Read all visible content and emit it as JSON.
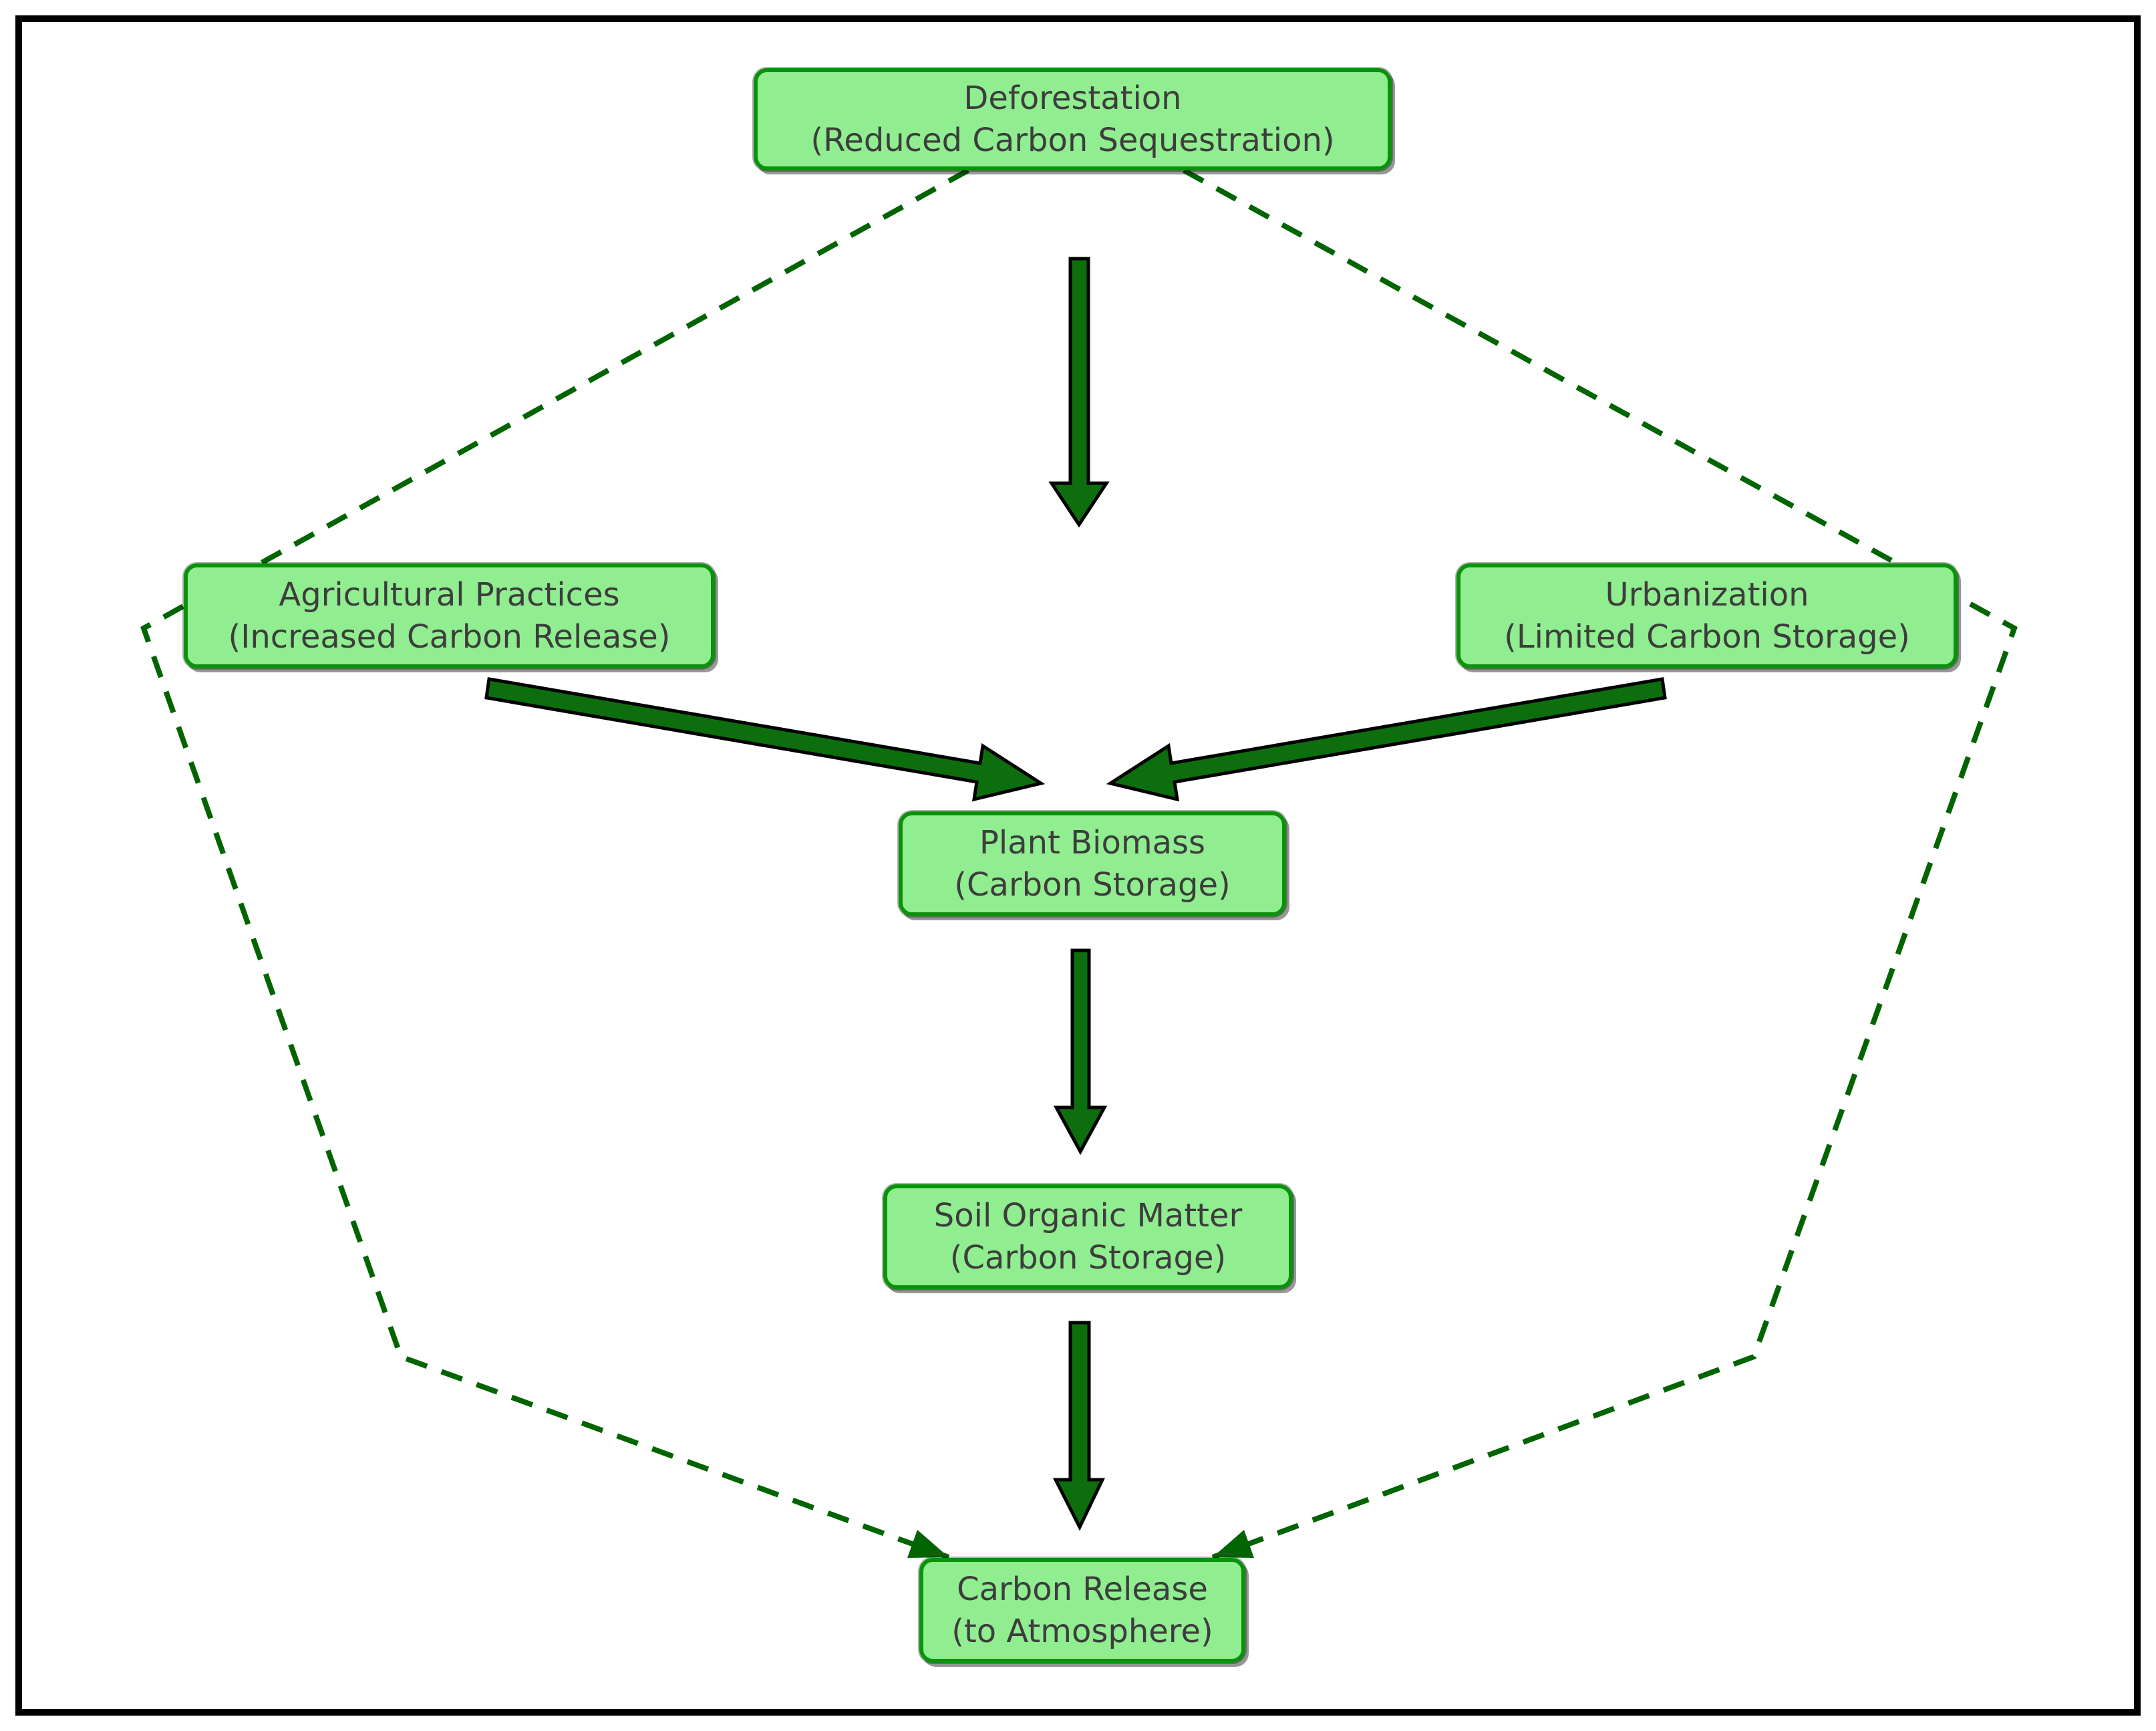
{
  "nodes": {
    "deforestation": {
      "line1": "Deforestation",
      "line2": "(Reduced Carbon Sequestration)"
    },
    "agricultural_practices": {
      "line1": "Agricultural Practices",
      "line2": "(Increased Carbon Release)"
    },
    "urbanization": {
      "line1": "Urbanization",
      "line2": "(Limited Carbon Storage)"
    },
    "plant_biomass": {
      "line1": "Plant Biomass",
      "line2": "(Carbon Storage)"
    },
    "soil_organic_matter": {
      "line1": "Soil Organic Matter",
      "line2": "(Carbon Storage)"
    },
    "carbon_release": {
      "line1": "Carbon Release",
      "line2": "(to Atmosphere)"
    }
  },
  "edges": {
    "solid_arrows": [
      {
        "from": "deforestation",
        "to": "plant_biomass"
      },
      {
        "from": "agricultural_practices",
        "to": "plant_biomass"
      },
      {
        "from": "urbanization",
        "to": "plant_biomass"
      },
      {
        "from": "plant_biomass",
        "to": "soil_organic_matter"
      },
      {
        "from": "soil_organic_matter",
        "to": "carbon_release"
      }
    ],
    "dashed_arrows": [
      {
        "from": "deforestation",
        "to": "carbon_release",
        "via": "left, behind agricultural_practices"
      },
      {
        "from": "deforestation",
        "to": "carbon_release",
        "via": "right, behind urbanization"
      }
    ]
  },
  "colors": {
    "node_fill": "#90ee90",
    "node_border": "#0a930a",
    "arrow_fill": "#0d6e0d",
    "arrow_outline": "#000000",
    "dashed_line": "#006400",
    "text": "#3d3d3d",
    "frame": "#000000",
    "background": "#ffffff"
  }
}
